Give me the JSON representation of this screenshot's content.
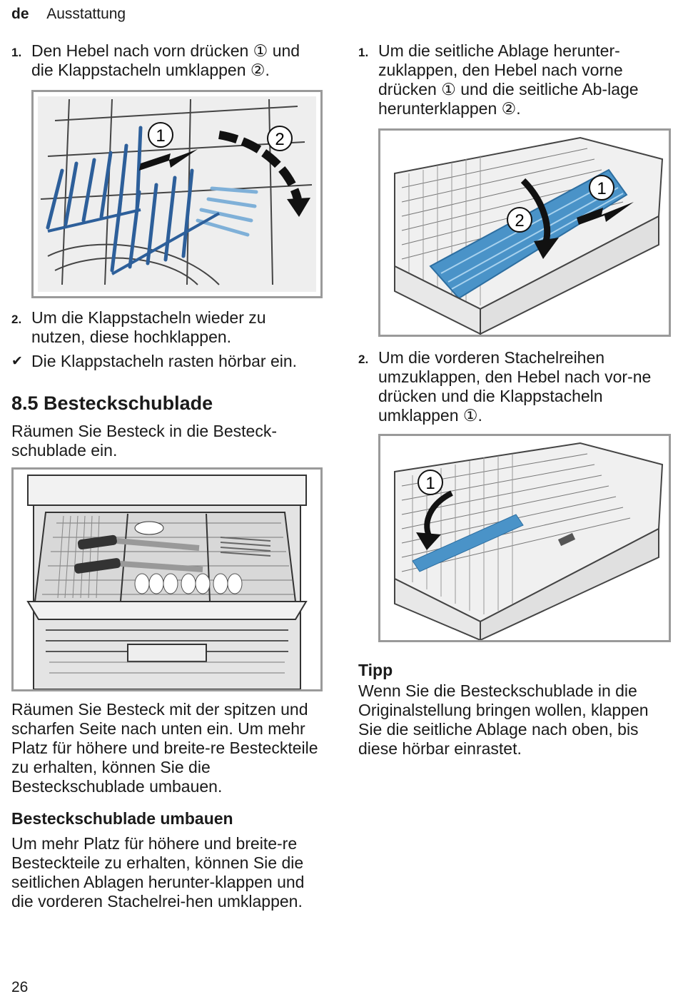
{
  "header": {
    "lang": "de",
    "section": "Ausstattung"
  },
  "left": {
    "steps_top": [
      {
        "num": "1.",
        "text": "Den Hebel nach vorn drücken ① und die Klappstacheln umklappen ②."
      }
    ],
    "fig1": {
      "callouts": [
        "1",
        "2"
      ]
    },
    "steps_mid": [
      {
        "num": "2.",
        "text": "Um die Klappstacheln wieder zu nutzen, diese hochklappen."
      }
    ],
    "result": {
      "mark": "✔",
      "text": "Die Klappstacheln rasten hörbar ein."
    },
    "heading": "8.5 Besteckschublade",
    "intro": "Räumen Sie Besteck in die Besteck-schublade ein.",
    "para": "Räumen Sie Besteck mit der spitzen und scharfen Seite nach unten ein. Um mehr Platz für höhere und breite-re Besteckteile zu erhalten, können Sie die Besteckschublade umbauen.",
    "subheading": "Besteckschublade umbauen",
    "para2": "Um mehr Platz für höhere und breite-re Besteckteile zu erhalten, können Sie die seitlichen Ablagen herunter-klappen und die vorderen Stachelrei-hen umklappen."
  },
  "right": {
    "steps": [
      {
        "num": "1.",
        "text": "Um die seitliche Ablage herunter-zuklappen, den Hebel nach vorne drücken ① und die seitliche Ab-lage herunterklappen ②."
      },
      {
        "num": "2.",
        "text": "Um die vorderen Stachelreihen umzuklappen, den Hebel nach vor-ne drücken und die Klappstacheln umklappen ①."
      }
    ],
    "fig3": {
      "callouts": [
        "1",
        "2"
      ]
    },
    "fig4": {
      "callouts": [
        "1"
      ]
    },
    "tip_title": "Tipp",
    "tip_text": "Wenn Sie die Besteckschublade in die Originalstellung bringen wollen, klappen Sie die seitliche Ablage nach oben, bis diese hörbar einrastet."
  },
  "footer": {
    "page": "26"
  }
}
